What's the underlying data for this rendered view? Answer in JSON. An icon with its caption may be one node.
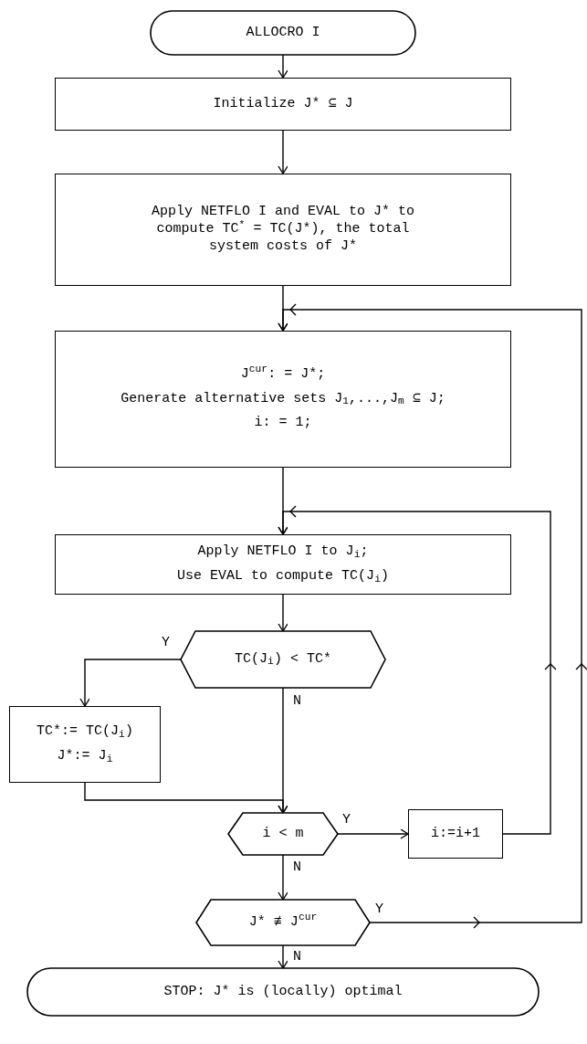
{
  "diagram": {
    "nodes": [
      {
        "text": [
          "ALLOCRO I"
        ]
      },
      {
        "text": [
          "Initialize J* ⊆ J"
        ]
      },
      {
        "text": [
          "Apply NETFLO I and EVAL to J* to compute TC$^{*}$ = TC(J*), the total system costs of J*"
        ]
      },
      {
        "text": [
          "J$^{cur}$: = J*;",
          "Generate alternative sets J$_{1}$,...,J$_{m}$ ⊆ J;",
          "i: = 1;"
        ]
      },
      {
        "text": [
          "Apply NETFLO I to J$_{i}$;",
          "Use EVAL to compute TC(J$_{i}$)"
        ]
      },
      {
        "text": [
          "TC(J$_{i}$) < TC*"
        ]
      },
      {
        "text": [
          "TC*:= TC(J$_{i}$)",
          "J*:= J$_{i}$"
        ]
      },
      {
        "text": [
          "i < m"
        ]
      },
      {
        "text": [
          "i:=i+1"
        ]
      },
      {
        "text": [
          "J* ≢ J$^{cur}$"
        ]
      },
      {
        "text": [
          "STOP: J* is (locally) optimal"
        ]
      }
    ],
    "edges": [
      {
        "from": 0,
        "to": 1,
        "arrow": "to"
      },
      {
        "from": 1,
        "to": 2,
        "arrow": "to"
      },
      {
        "from": 2,
        "to": 3,
        "arrow": "to"
      },
      {
        "from": 3,
        "to": 4,
        "arrow": "to"
      },
      {
        "from": 4,
        "to": 5,
        "arrow": "to"
      },
      {
        "from": 5,
        "to": 6,
        "label": "Y",
        "arrow": "to"
      },
      {
        "from": 5,
        "to": 7,
        "label": "N",
        "arrow": "to"
      },
      {
        "from": 6,
        "to": 7,
        "arrow": "to"
      },
      {
        "from": 7,
        "to": 8,
        "label": "Y",
        "arrow": "to"
      },
      {
        "from": 7,
        "to": 9,
        "label": "N",
        "arrow": "to"
      },
      {
        "from": 8,
        "to": 4,
        "arrow": "to"
      },
      {
        "from": 9,
        "to": 10,
        "label": "N",
        "arrow": "to"
      },
      {
        "from": 9,
        "to": 3,
        "label": "Y",
        "arrow": "to"
      }
    ]
  }
}
